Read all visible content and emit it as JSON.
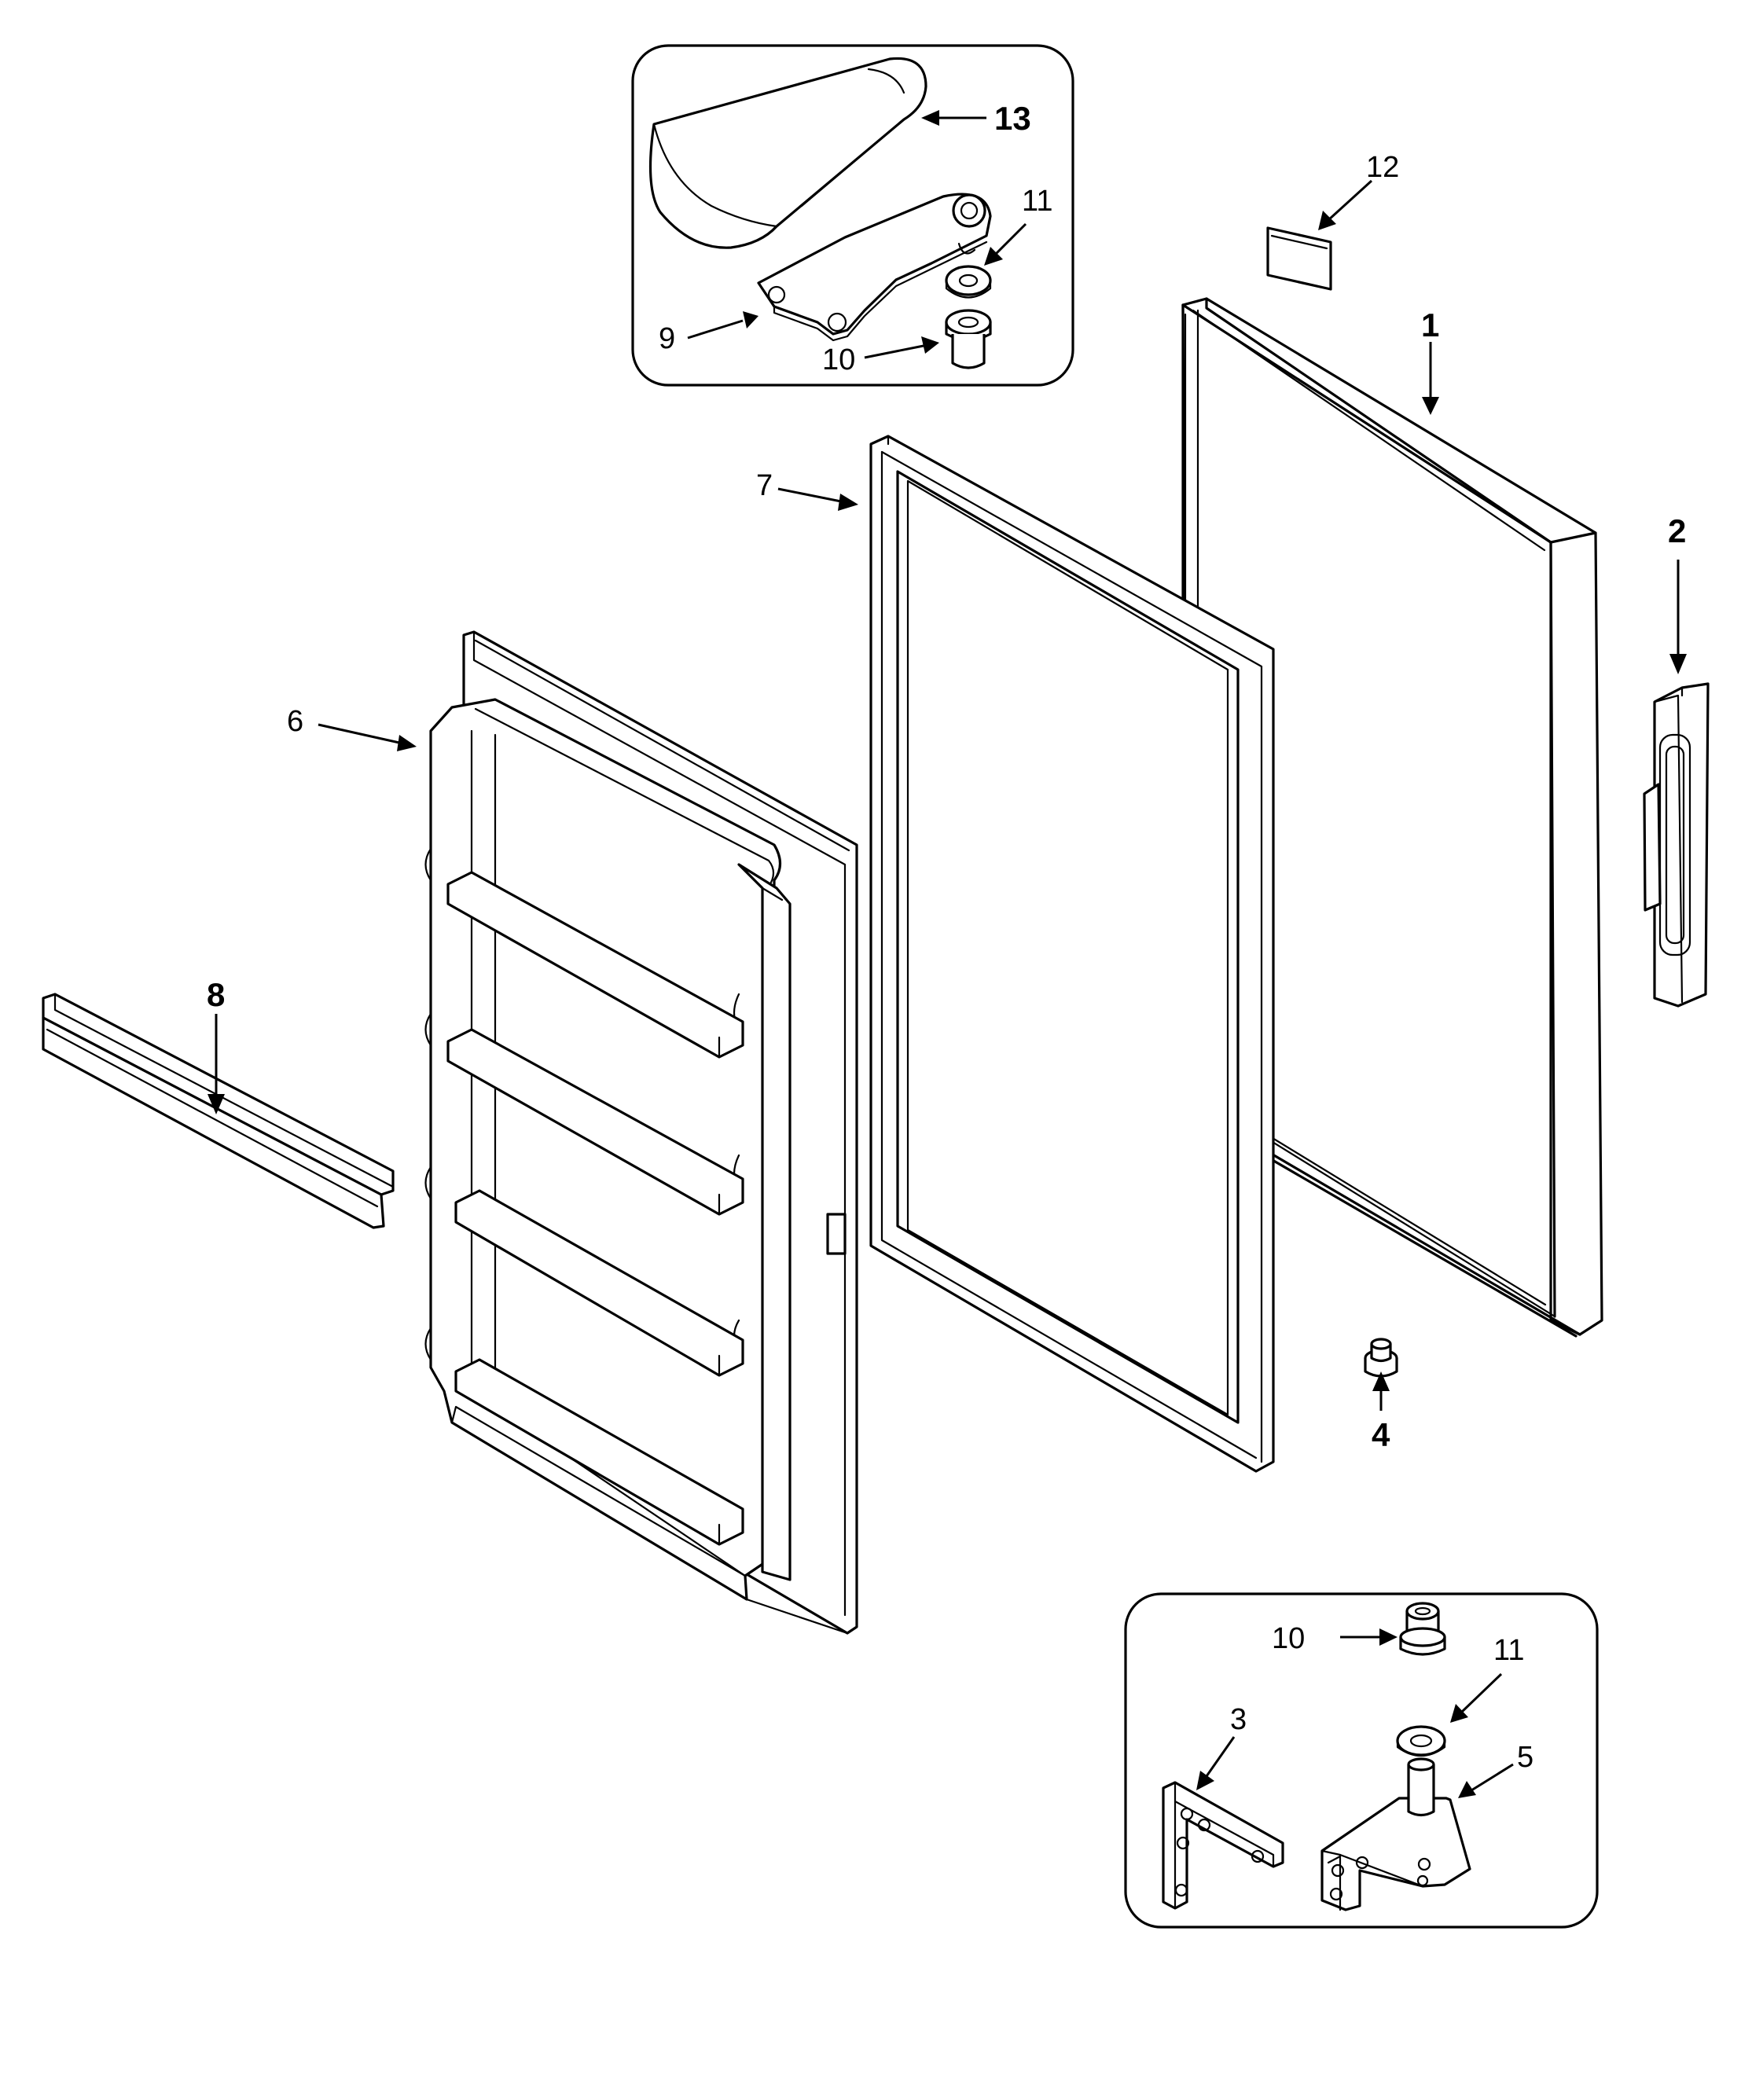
{
  "callouts": {
    "c1": "1",
    "c2": "2",
    "c3": "3",
    "c4": "4",
    "c5": "5",
    "c6": "6",
    "c7": "7",
    "c8": "8",
    "c9": "9",
    "c10_top": "10",
    "c11_top": "11",
    "c12": "12",
    "c13": "13",
    "c10_bottom": "10",
    "c11_bottom": "11"
  }
}
